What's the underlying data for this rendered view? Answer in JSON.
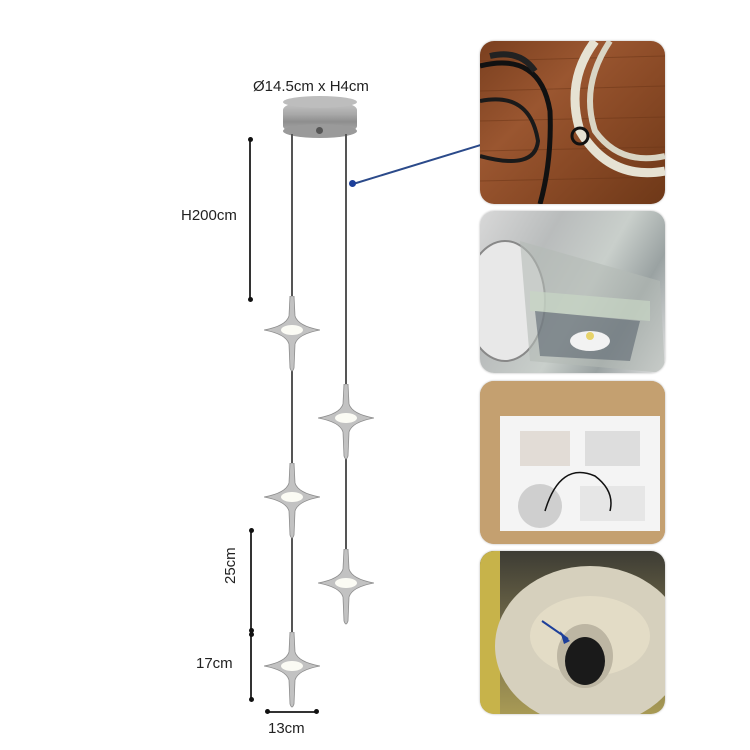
{
  "diagram": {
    "canopy_dimension": "Ø14.5cm x H4cm",
    "cord_length": "H200cm",
    "pendant_spacing": "25cm",
    "pendant_height": "17cm",
    "pendant_width": "13cm",
    "pendant_count": 5,
    "colors": {
      "cord": "#555555",
      "dimension_line": "#333333",
      "connector": "#2b4a8a",
      "chrome": "#a8a8a8"
    }
  },
  "detail_photos": [
    {
      "name": "cables-photo",
      "subject": "black and clear power cables on wood"
    },
    {
      "name": "crystal-closeup-photo",
      "subject": "faceted crystal shade closeup"
    },
    {
      "name": "packaging-photo",
      "subject": "foam-packed shipping box"
    },
    {
      "name": "chrome-socket-photo",
      "subject": "chrome socket with blue arrow"
    }
  ]
}
